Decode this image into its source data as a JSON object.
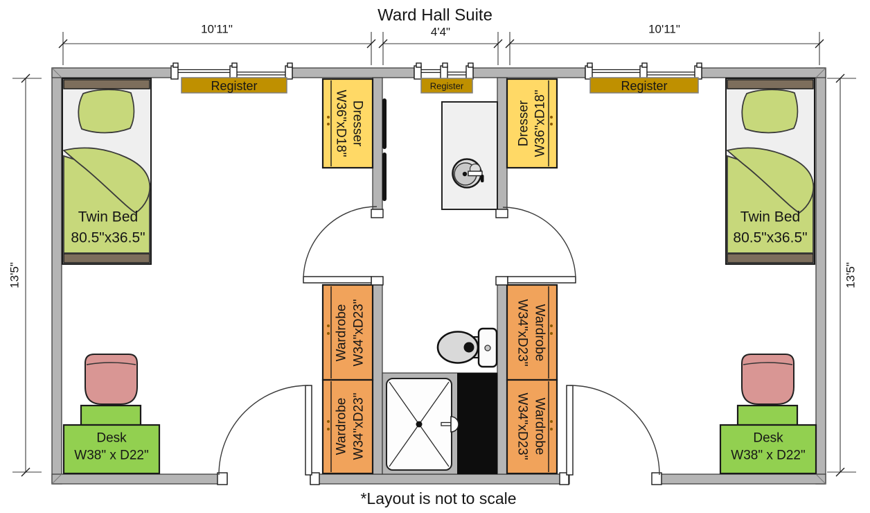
{
  "title": "Ward Hall Suite",
  "footnote": "*Layout is not to scale",
  "dimensions": {
    "top_left": "10'11\"",
    "top_center": "4'4\"",
    "top_right": "10'11\"",
    "side_left": "13'5\"",
    "side_right": "13'5\""
  },
  "labels": {
    "register": "Register",
    "bed_line1": "Twin Bed",
    "bed_line2": "80.5\"x36.5\"",
    "desk_line1": "Desk",
    "desk_line2": "W38\" x D22\"",
    "dresser_line1": "Dresser",
    "dresser_line2": "W36\"xD18\"",
    "wardrobe_line1": "Wardrobe",
    "wardrobe_line2": "W34\"xD23\""
  },
  "colors": {
    "wall": "#b5b5b5",
    "bed_sheet": "#efefef",
    "bed_green": "#c7d87b",
    "bed_frame": "#7d6e5c",
    "dresser": "#ffd966",
    "wardrobe": "#f1a35b",
    "register": "#bf9000",
    "desk": "#92d050",
    "chair": "#d99694",
    "fixture": "#d9d9d9"
  }
}
